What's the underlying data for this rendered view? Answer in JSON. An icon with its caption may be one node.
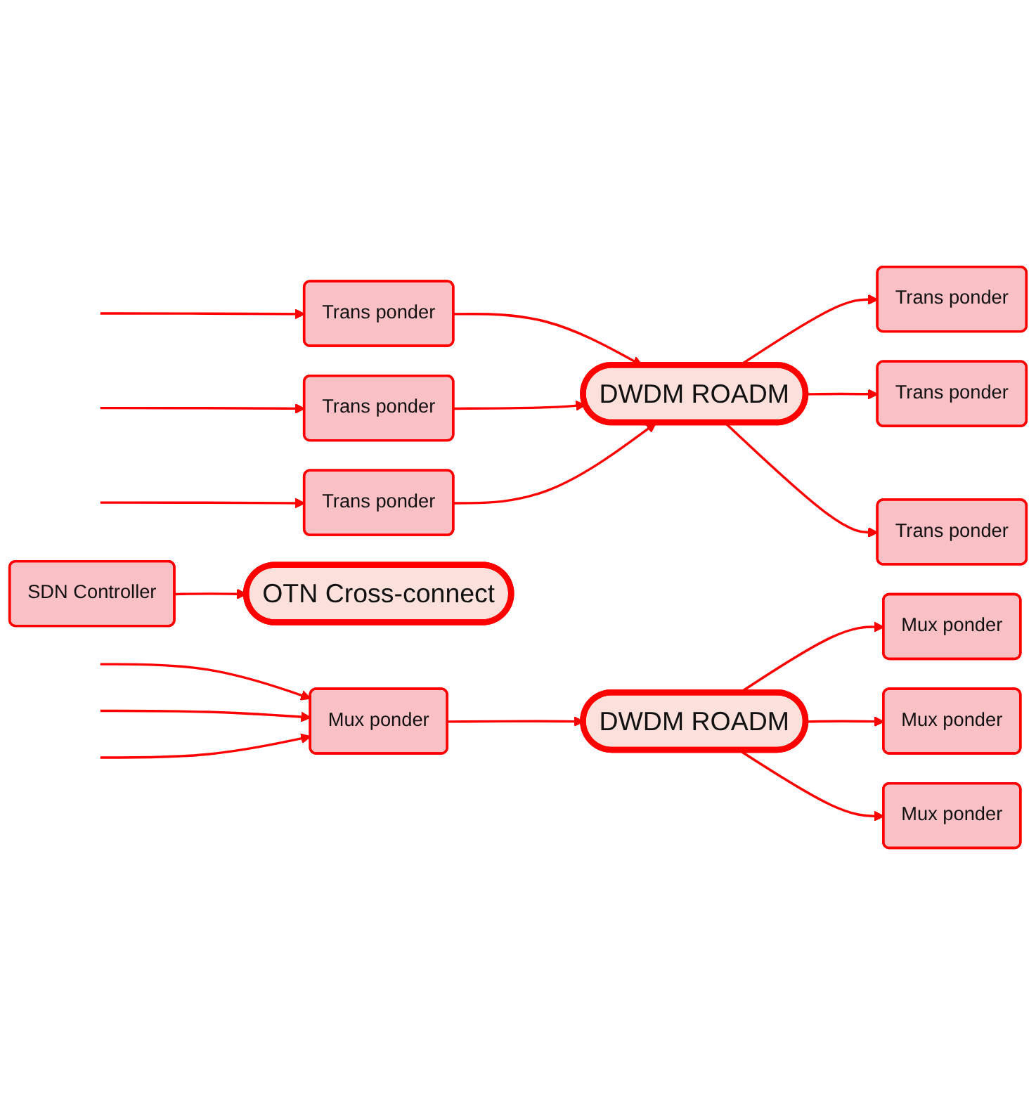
{
  "diagram": {
    "nodes": [
      {
        "text": [
          "Trans ponder"
        ]
      },
      {
        "text": [
          "Trans ponder"
        ]
      },
      {
        "text": [
          "Trans ponder"
        ]
      },
      {
        "text": [
          "DWDM ROADM"
        ]
      },
      {
        "text": [
          "Trans ponder"
        ]
      },
      {
        "text": [
          "Trans ponder"
        ]
      },
      {
        "text": [
          "Trans ponder"
        ]
      },
      {
        "text": [
          "SDN Controller"
        ]
      },
      {
        "text": [
          "OTN Cross-connect"
        ]
      },
      {
        "text": [
          "Mux ponder"
        ]
      },
      {
        "text": [
          "DWDM ROADM"
        ]
      },
      {
        "text": [
          "Mux ponder"
        ]
      },
      {
        "text": [
          "Mux ponder"
        ]
      },
      {
        "text": [
          "Mux ponder"
        ]
      }
    ],
    "edges": [
      {
        "from": null,
        "to": 0,
        "arrow": "to"
      },
      {
        "from": null,
        "to": 1,
        "arrow": "to"
      },
      {
        "from": null,
        "to": 2,
        "arrow": "to"
      },
      {
        "from": 0,
        "to": 3,
        "arrow": "to"
      },
      {
        "from": 1,
        "to": 3,
        "arrow": "to"
      },
      {
        "from": 2,
        "to": 3,
        "arrow": "to"
      },
      {
        "from": 3,
        "to": 4,
        "arrow": "to"
      },
      {
        "from": 3,
        "to": 5,
        "arrow": "to"
      },
      {
        "from": 3,
        "to": 6,
        "arrow": "to"
      },
      {
        "from": 7,
        "to": 8,
        "arrow": "to"
      },
      {
        "from": null,
        "to": 9,
        "arrow": "to"
      },
      {
        "from": null,
        "to": 9,
        "arrow": "to"
      },
      {
        "from": null,
        "to": 9,
        "arrow": "to"
      },
      {
        "from": 9,
        "to": 10,
        "arrow": "to"
      },
      {
        "from": 10,
        "to": 11,
        "arrow": "to"
      },
      {
        "from": 10,
        "to": 12,
        "arrow": "to"
      },
      {
        "from": 10,
        "to": 13,
        "arrow": "to"
      }
    ]
  }
}
